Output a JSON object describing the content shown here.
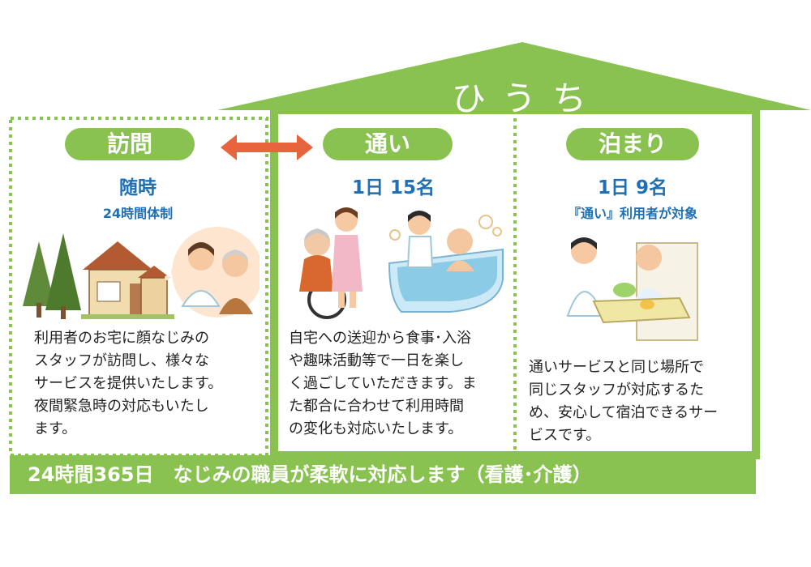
{
  "roof_title": "ひうち",
  "columns": [
    {
      "label": "訪問",
      "frequency": "随時",
      "detail": "24時間体制",
      "description_lines": [
        "利用者のお宅に顔なじみの",
        "スタッフが訪問し、様々な",
        "サービスを提供いたします。",
        "夜間緊急時の対応もいたし",
        "ます。"
      ]
    },
    {
      "label": "通い",
      "frequency": "1日 15名",
      "detail": "",
      "description_lines": [
        "自宅への送迎から食事･入浴",
        "や趣味活動等で一日を楽し",
        "く過ごしていただきます。ま",
        "た都合に合わせて利用時間",
        "の変化も対応いたします。"
      ]
    },
    {
      "label": "泊まり",
      "frequency": "1日 9名",
      "detail": "『通い』利用者が対象",
      "description_lines": [
        "通いサービスと同じ場所で",
        "同じスタッフが対応するた",
        "め、安心して宿泊できるサー",
        "ビスです。"
      ]
    }
  ],
  "footer": "24時間365日　なじみの職員が柔軟に対応します（看護･介護）",
  "colors": {
    "green": "#89c251",
    "blue": "#1f6fb5",
    "arrow": "#e8643c"
  },
  "icons": [
    "house-trees-illustration",
    "caregiver-and-elder-illustration",
    "wheelchair-illustration",
    "bath-illustration",
    "feeding-meal-illustration",
    "double-arrow-icon"
  ]
}
